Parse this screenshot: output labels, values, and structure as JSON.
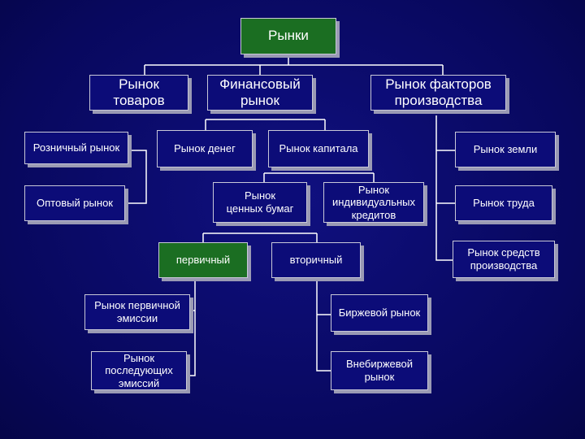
{
  "nodes": {
    "root": "Рынки",
    "goods": "Рынок\nтоваров",
    "financial": "Финансовый\nрынок",
    "factors": "Рынок факторов\nпроизводства",
    "retail": "Розничный рынок",
    "wholesale": "Оптовый рынок",
    "money": "Рынок денег",
    "capital": "Рынок капитала",
    "securities": "Рынок\nценных бумаг",
    "individual_credit": "Рынок\nиндивидуальных\nкредитов",
    "primary": "первичный",
    "secondary": "вторичный",
    "primary_issue": "Рынок первичной\nэмиссии",
    "subsequent_issue": "Рынок\nпоследующих\nэмиссий",
    "exchange": "Биржевой рынок",
    "otc": "Внебиржевой\nрынок",
    "land": "Рынок земли",
    "labor": "Рынок труда",
    "means_of_production": "Рынок средств\nпроизводства"
  },
  "colors": {
    "background": "#0a0a6e",
    "box_blue": "#0c0c78",
    "box_green": "#1b6e22",
    "connector": "#ffffff",
    "shadow": "#9a9ab4"
  }
}
